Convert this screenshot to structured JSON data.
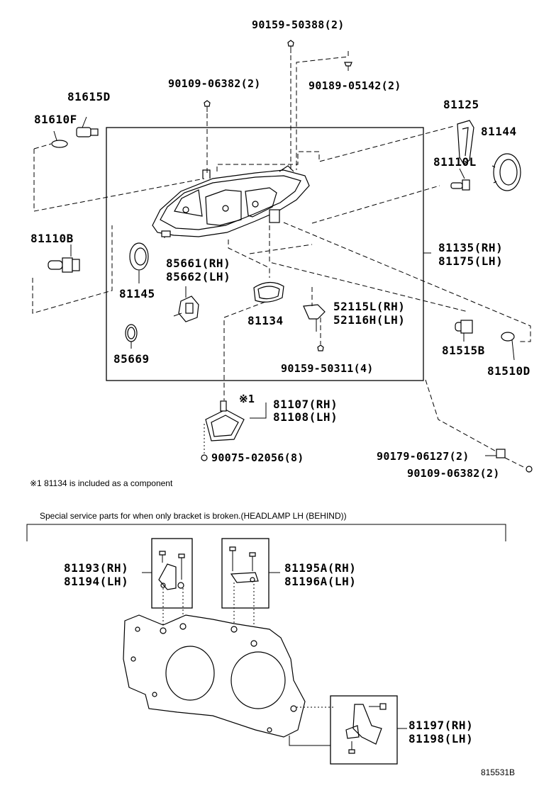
{
  "parts": {
    "p90159_50388": "90159-50388(2)",
    "p90109_06382_top": "90109-06382(2)",
    "p90189_05142": "90189-05142(2)",
    "p81615D": "81615D",
    "p81610F": "81610F",
    "p81125": "81125",
    "p81144": "81144",
    "p81110L": "81110L",
    "p81110B": "81110B",
    "p81135": "81135(RH)",
    "p81175": "81175(LH)",
    "p85661": "85661(RH)",
    "p85662": "85662(LH)",
    "p81145": "81145",
    "p81134": "81134",
    "p52115L": "52115L(RH)",
    "p52116H": "52116H(LH)",
    "p85669": "85669",
    "p90159_50311": "90159-50311(4)",
    "p81515B": "81515B",
    "p81510D": "81510D",
    "p81107": "81107(RH)",
    "p81108": "81108(LH)",
    "note_mark": "※1",
    "p90075_02056": "90075-02056(8)",
    "p90179_06127": "90179-06127(2)",
    "p90109_06382_bot": "90109-06382(2)",
    "p81193": "81193(RH)",
    "p81194": "81194(LH)",
    "p81195A": "81195A(RH)",
    "p81196A": "81196A(LH)",
    "p81197": "81197(RH)",
    "p81198": "81198(LH)"
  },
  "footnote": "※1  81134 is included as a component",
  "section_title": "Special service parts for when only bracket is broken.(HEADLAMP LH (BEHIND))",
  "diagram_id": "815531B"
}
